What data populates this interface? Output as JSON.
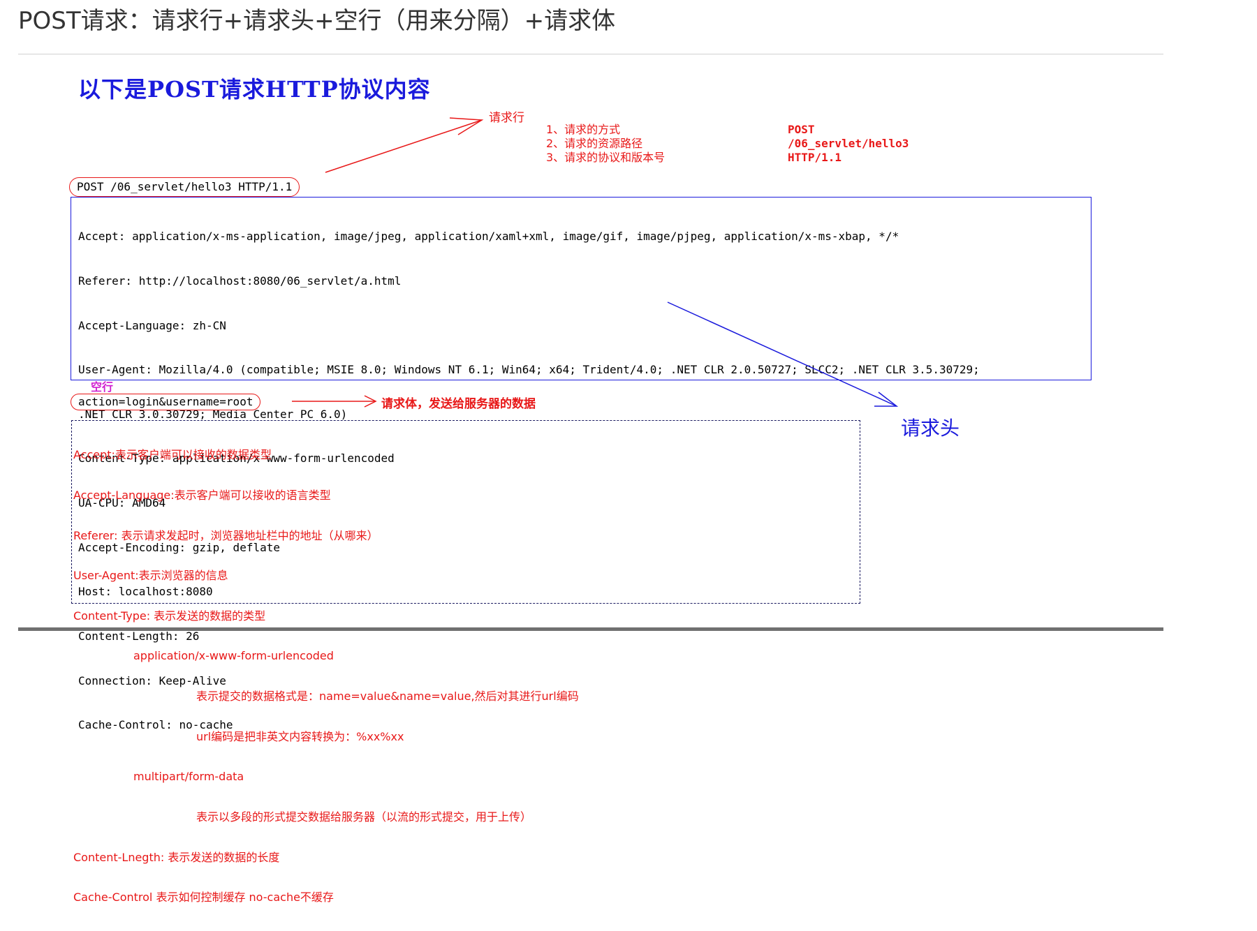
{
  "heading": "POST请求：请求行+请求头+空行（用来分隔）+请求体",
  "figure": {
    "title": "以下是POST请求HTTP协议内容",
    "request_line_label": "请求行",
    "request_line_parts": [
      "1、请求的方式",
      "2、请求的资源路径",
      "3、请求的协议和版本号"
    ],
    "request_line_values": [
      "POST",
      "/06_servlet/hello3",
      "HTTP/1.1"
    ],
    "request_line": "POST /06_servlet/hello3 HTTP/1.1",
    "headers": [
      "Accept: application/x-ms-application, image/jpeg, application/xaml+xml, image/gif, image/pjpeg, application/x-ms-xbap, */*",
      "Referer: http://localhost:8080/06_servlet/a.html",
      "Accept-Language: zh-CN",
      "User-Agent: Mozilla/4.0 (compatible; MSIE 8.0; Windows NT 6.1; Win64; x64; Trident/4.0; .NET CLR 2.0.50727; SLCC2; .NET CLR 3.5.30729;",
      ".NET CLR 3.0.30729; Media Center PC 6.0)",
      "Content-Type: application/x-www-form-urlencoded",
      "UA-CPU: AMD64",
      "Accept-Encoding: gzip, deflate",
      "Host: localhost:8080",
      "Content-Length: 26",
      "Connection: Keep-Alive",
      "Cache-Control: no-cache"
    ],
    "headers_label": "请求头",
    "empty_line_label": "空行",
    "body": "action=login&username=root",
    "body_label": "请求体，发送给服务器的数据",
    "notes": [
      "Accept:表示客户端可以接收的数据类型",
      "Accept-Language:表示客户端可以接收的语言类型",
      "Referer: 表示请求发起时，浏览器地址栏中的地址（从哪来）",
      "User-Agent:表示浏览器的信息",
      "Content-Type: 表示发送的数据的类型",
      "application/x-www-form-urlencoded",
      "表示提交的数据格式是：name=value&name=value,然后对其进行url编码",
      "url编码是把非英文内容转换为：%xx%xx",
      "multipart/form-data",
      "表示以多段的形式提交数据给服务器（以流的形式提交，用于上传）",
      "Content-Lnegth: 表示发送的数据的长度",
      "Cache-Control 表示如何控制缓存 no-cache不缓存"
    ]
  },
  "colors": {
    "annotation_red": "#e81818",
    "annotation_blue": "#1a1adc",
    "empty_line_magenta": "#d020d0"
  }
}
